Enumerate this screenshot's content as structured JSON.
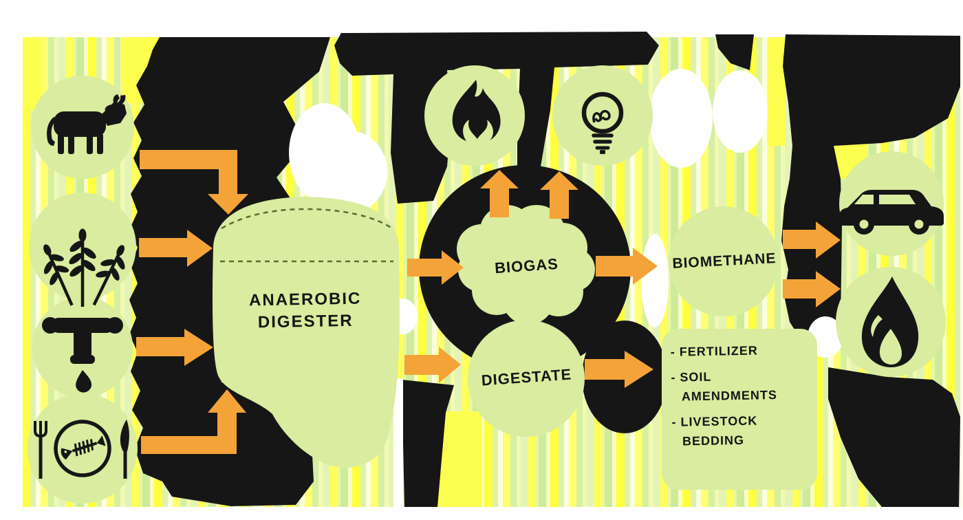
{
  "diagram": {
    "name": "Anaerobic digestion process diagram",
    "colors": {
      "node_green": "#d9ec9f",
      "arrow_orange": "#f4a338",
      "ink": "#161616",
      "artifact_yellow": "#fdff4e"
    },
    "feedstock_icons": [
      {
        "name": "cow-icon"
      },
      {
        "name": "crops-icon"
      },
      {
        "name": "spigot-icon"
      },
      {
        "name": "food-scraps-icon"
      }
    ],
    "digester": {
      "label": "ANAEROBIC DIGESTER"
    },
    "biogas": {
      "label": "BIOGAS"
    },
    "digestate": {
      "label": "DIGESTATE"
    },
    "biomethane": {
      "label": "BIOMETHANE"
    },
    "biogas_use_icons": [
      {
        "name": "heat-flame-icon"
      },
      {
        "name": "lightbulb-icon"
      }
    ],
    "biomethane_use_icons": [
      {
        "name": "car-icon"
      },
      {
        "name": "gas-flame-icon"
      }
    ],
    "digestate_uses": {
      "items": [
        "- FERTILIZER",
        "- SOIL AMENDMENTS",
        "- LIVESTOCK BEDDING"
      ]
    }
  }
}
